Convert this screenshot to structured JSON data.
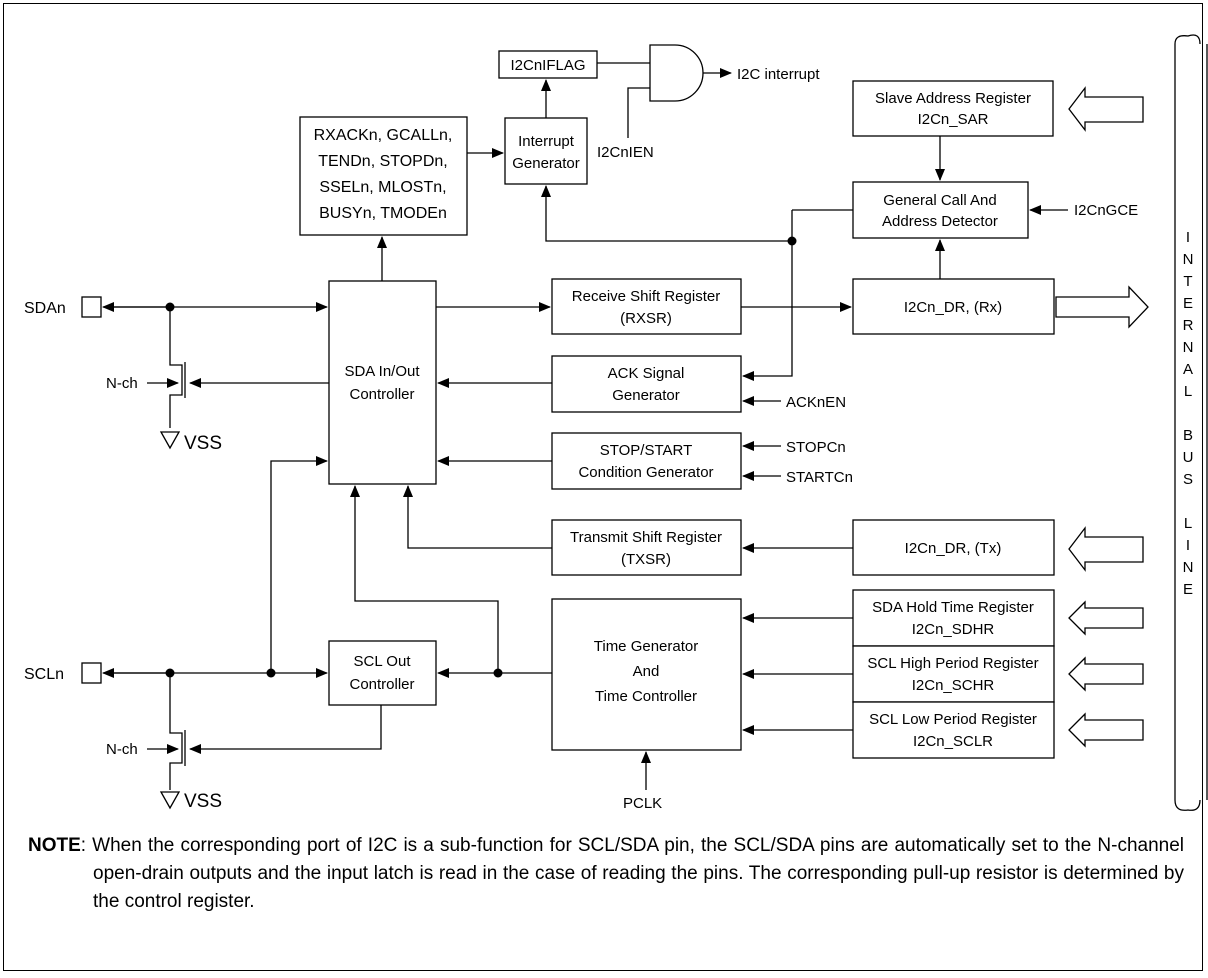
{
  "diagram": {
    "blocks": {
      "flag": "I2CnIFLAG",
      "status": [
        "RXACKn, GCALLn,",
        "TENDn, STOPDn,",
        "SSELn, MLOSTn,",
        "BUSYn, TMODEn"
      ],
      "intgen": [
        "Interrupt",
        "Generator"
      ],
      "sar": [
        "Slave Address Register",
        "I2Cn_SAR"
      ],
      "gcad": [
        "General Call And",
        "Address Detector"
      ],
      "sda_ctrl": [
        "SDA In/Out",
        "Controller"
      ],
      "rxsr": [
        "Receive Shift Register",
        "(RXSR)"
      ],
      "dr_rx": "I2Cn_DR, (Rx)",
      "ackgen": [
        "ACK Signal",
        "Generator"
      ],
      "stopstart": [
        "STOP/START",
        "Condition Generator"
      ],
      "txsr": [
        "Transmit Shift Register",
        "(TXSR)"
      ],
      "dr_tx": "I2Cn_DR, (Tx)",
      "sdhr": [
        "SDA Hold Time Register",
        "I2Cn_SDHR"
      ],
      "schr": [
        "SCL High Period Register",
        "I2Cn_SCHR"
      ],
      "sclr": [
        "SCL Low Period Register",
        "I2Cn_SCLR"
      ],
      "timegen": [
        "Time Generator",
        "And",
        "Time Controller"
      ],
      "scl_ctrl": [
        "SCL Out",
        "Controller"
      ]
    },
    "signals": {
      "i2c_interrupt": "I2C interrupt",
      "ien": "I2CnIEN",
      "gce": "I2CnGCE",
      "acken": "ACKnEN",
      "stopc": "STOPCn",
      "startc": "STARTCn",
      "pclk": "PCLK",
      "sda_pin": "SDAn",
      "scl_pin": "SCLn",
      "nch": "N-ch",
      "vss": "VSS"
    },
    "bus_label": [
      "I",
      "N",
      "T",
      "E",
      "R",
      "N",
      "A",
      "L",
      "",
      "B",
      "U",
      "S",
      "",
      "L",
      "I",
      "N",
      "E"
    ]
  },
  "note": {
    "label": "NOTE",
    "text": ": When the corresponding port of I2C is a sub-function for SCL/SDA pin, the SCL/SDA pins are automatically set to the N-channel open-drain outputs and the input latch is read in the case of reading the pins. The corresponding pull-up resistor is determined by the control register."
  }
}
